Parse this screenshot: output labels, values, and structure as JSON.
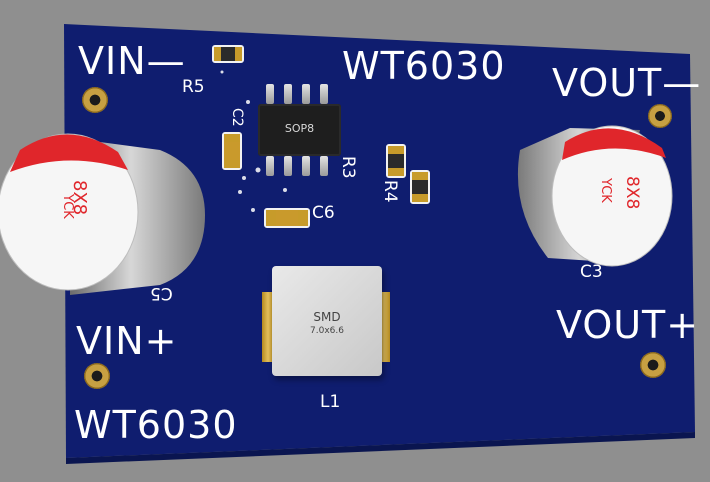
{
  "labels": {
    "vin_minus": "VIN—",
    "vin_plus": "VIN+",
    "vout_minus": "VOUT—",
    "vout_plus": "VOUT+",
    "brand_top": "WT6030",
    "brand_bottom": "WT6030",
    "r5": "R5",
    "r3": "R3",
    "r4": "R4",
    "c6": "C6",
    "c5": "C5",
    "c3": "C3",
    "c2": "C2",
    "l1": "L1"
  },
  "ic": {
    "package": "SOP8"
  },
  "cap_left": {
    "size": "8X8",
    "brand": "YCK"
  },
  "cap_right": {
    "size": "8X8",
    "brand": "YCK"
  },
  "inductor": {
    "title": "SMD",
    "size": "7.0x6.6"
  },
  "colors": {
    "board": "#0e1c6e",
    "silkscreen": "#ffffff",
    "pad": "#c7a042",
    "cap_band": "#e0262b",
    "cap_body": "#f4f4f4"
  }
}
